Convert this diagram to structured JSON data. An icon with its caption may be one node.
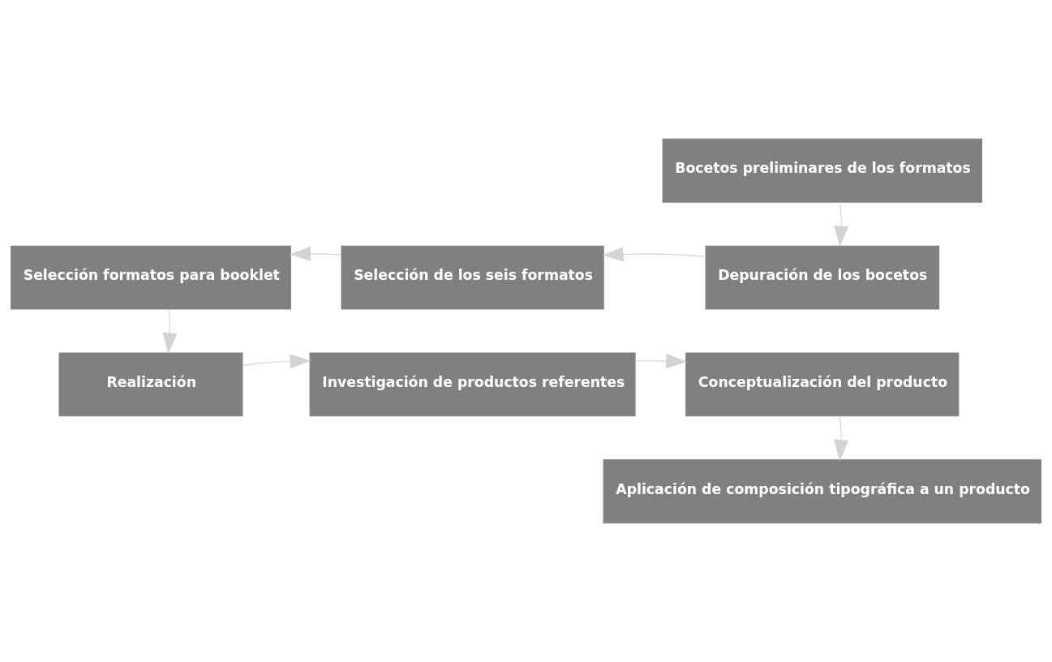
{
  "diagram": {
    "nodes": [
      {
        "text": [
          "Bocetos preliminares de los formatos"
        ]
      },
      {
        "text": [
          "Selección formatos para booklet"
        ]
      },
      {
        "text": [
          "Selección de los seis formatos"
        ]
      },
      {
        "text": [
          "Depuración de los bocetos"
        ]
      },
      {
        "text": [
          "Realización"
        ]
      },
      {
        "text": [
          "Investigación de productos referentes"
        ]
      },
      {
        "text": [
          "Conceptualización del producto"
        ]
      },
      {
        "text": [
          "Aplicación de composición tipográfica a un producto"
        ]
      }
    ],
    "edges": [
      {
        "from": 0,
        "to": 3,
        "arrow": "to"
      },
      {
        "from": 3,
        "to": 2,
        "arrow": "to"
      },
      {
        "from": 2,
        "to": 1,
        "arrow": "to"
      },
      {
        "from": 1,
        "to": 4,
        "arrow": "to"
      },
      {
        "from": 4,
        "to": 5,
        "arrow": "to"
      },
      {
        "from": 5,
        "to": 6,
        "arrow": "to"
      },
      {
        "from": 6,
        "to": 7,
        "arrow": "to"
      }
    ]
  }
}
